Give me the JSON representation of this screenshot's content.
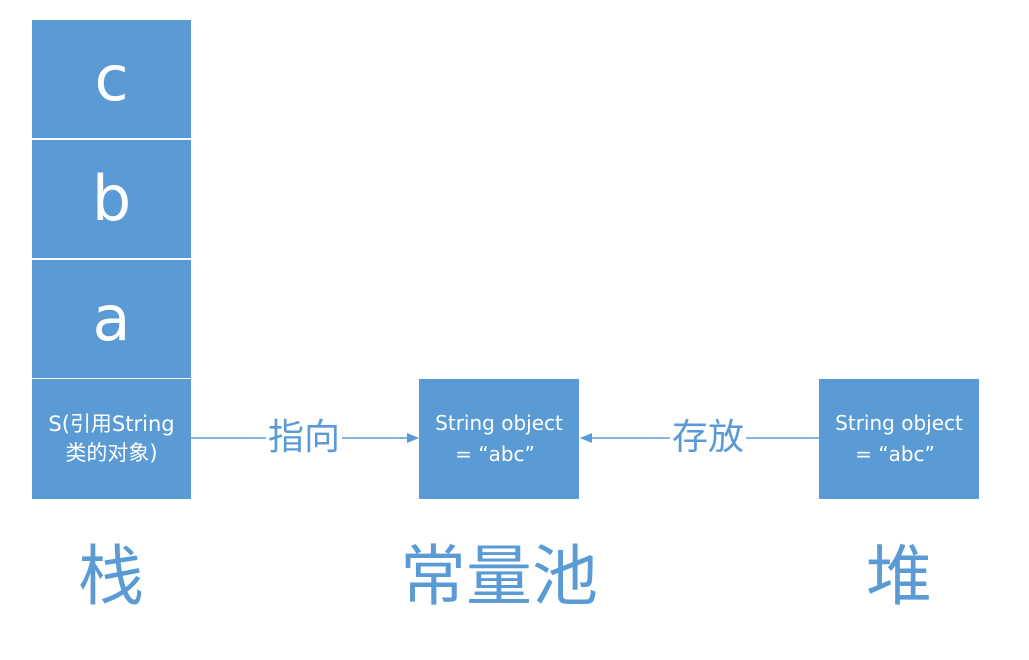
{
  "stack": {
    "cells": [
      "c",
      "b",
      "a"
    ],
    "ref_line1": "S(引用String",
    "ref_line2": "类的对象)"
  },
  "constant_pool": {
    "line1": "String object",
    "line2": "=  “abc”"
  },
  "heap": {
    "line1": "String object",
    "line2": "=  “abc”"
  },
  "edges": {
    "points_to": "指向",
    "stores": "存放"
  },
  "regions": {
    "stack": "栈",
    "constant_pool": "常量池",
    "heap": "堆"
  },
  "colors": {
    "box_fill": "#5b9bd5",
    "text_on_box": "#ffffff",
    "label": "#5b9bd5"
  }
}
